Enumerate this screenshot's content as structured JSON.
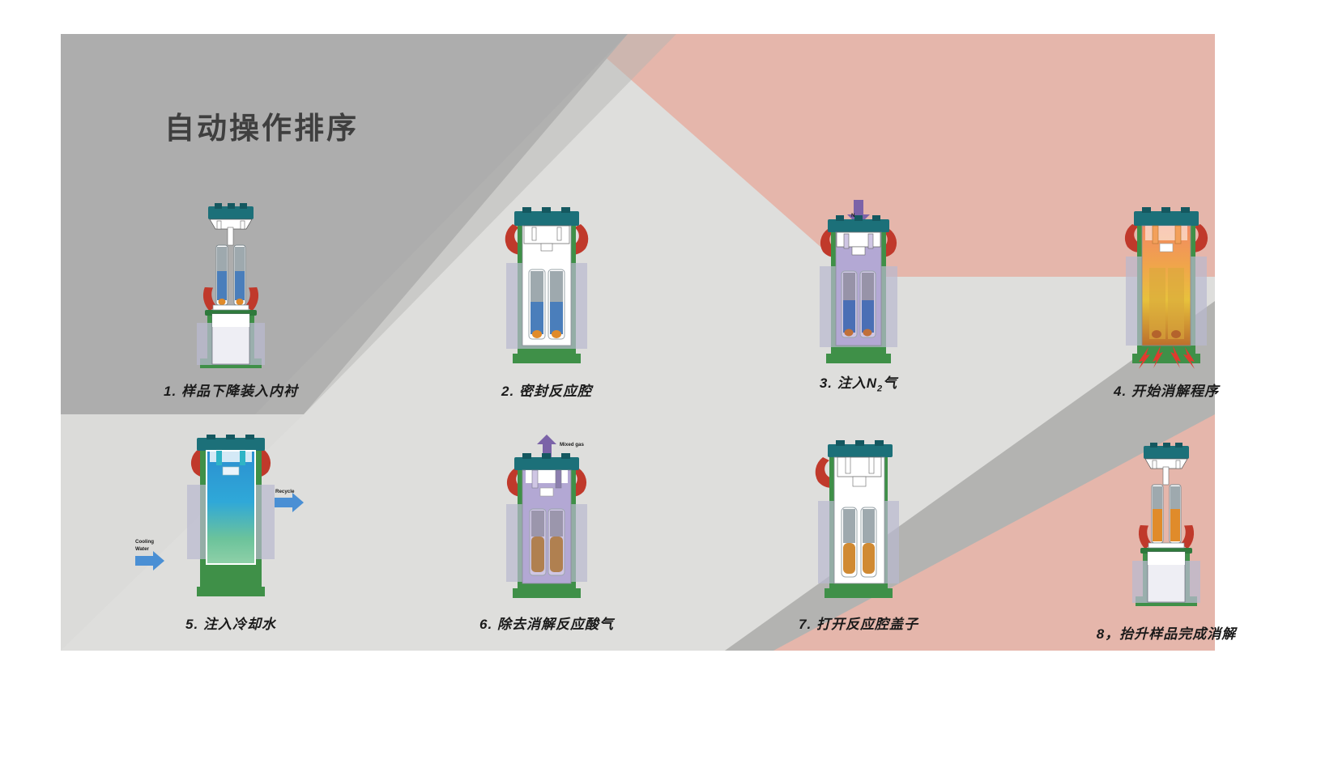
{
  "slide": {
    "title": "自动操作排序",
    "background": {
      "base_color": "#dededc",
      "gray_band_color": "#adadad",
      "gray_band_dark_color": "#9e9e9e",
      "pink_band_color": "#e5b6ab",
      "light_gray_color": "#d9d9d7"
    }
  },
  "steps": [
    {
      "index": "1",
      "caption": "1. 样品下降装入内衬",
      "state": "lid-raised-vials-blue",
      "liquid_color": "#4a7ebb",
      "annotations": []
    },
    {
      "index": "2",
      "caption": "2. 密封反应腔",
      "state": "chamber-sealed",
      "liquid_color": "#4a7ebb",
      "annotations": []
    },
    {
      "index": "3",
      "caption_prefix": "3. 注入N",
      "caption_sub": "2",
      "caption_suffix": "气",
      "caption": "3. 注入N2气",
      "state": "nitrogen-purge",
      "liquid_color": "#4a6fb5",
      "gas_color": "#b3a8d4",
      "annotations": [
        {
          "name": "nitrogen-arrow-label",
          "text": "N₂",
          "color": "#7b63a8",
          "direction": "down"
        }
      ]
    },
    {
      "index": "4",
      "caption": "4. 开始消解程序",
      "state": "digestion-heating",
      "heat_colors": [
        "#f08a6a",
        "#f5c242",
        "#e8a33d",
        "#c0762f"
      ],
      "flame_color": "#e03b2e",
      "annotations": []
    },
    {
      "index": "5",
      "caption": "5. 注入冷却水",
      "state": "cooling-water",
      "liquid_color": "#2e9fd8",
      "annotations": [
        {
          "name": "cooling-water-label",
          "text_line1": "Cooling",
          "text_line2": "Water",
          "color": "#4a8fd4",
          "direction": "right-in"
        },
        {
          "name": "recycle-label",
          "text_line1": "Recycle",
          "color": "#4a8fd4",
          "direction": "right-out"
        }
      ]
    },
    {
      "index": "6",
      "caption": "6. 除去消解反应酸气",
      "state": "venting-acid-gas",
      "liquid_color": "#b08050",
      "gas_color": "#b3a8d4",
      "annotations": [
        {
          "name": "mixed-gas-label",
          "text": "Mixed gas",
          "color": "#7b63a8",
          "direction": "up"
        }
      ]
    },
    {
      "index": "7",
      "caption": "7. 打开反应腔盖子",
      "state": "lid-opening",
      "liquid_color": "#d08a33",
      "annotations": []
    },
    {
      "index": "8",
      "caption": "8，抬升样品完成消解",
      "state": "lid-raised-vials-orange",
      "liquid_color": "#e08b2a",
      "annotations": []
    }
  ],
  "palette": {
    "teal_cap": "#1c7079",
    "teal_cap_dark": "#145860",
    "green_body": "#3f9048",
    "green_body_dark": "#2f7a3c",
    "green_post": "#2e7d3e",
    "red_arrow": "#c0392b",
    "glass": "#b9b9cf",
    "white": "#ffffff",
    "vial_gray": "#7d8a90"
  }
}
